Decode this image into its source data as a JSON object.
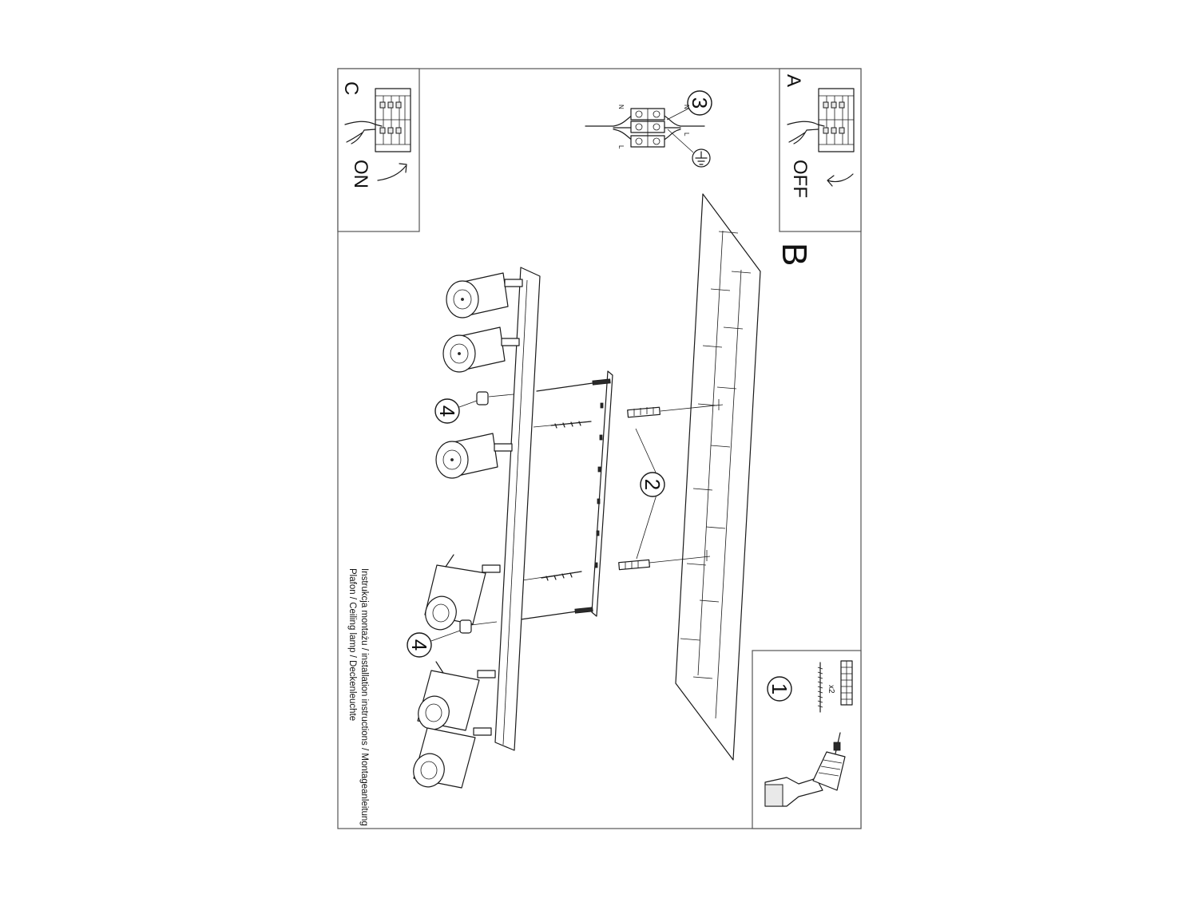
{
  "panels": {
    "a": {
      "letter": "A",
      "switch_state": "OFF"
    },
    "c": {
      "letter": "C",
      "switch_state": "ON"
    },
    "b": {
      "letter": "B"
    }
  },
  "steps": {
    "one": "1",
    "two": "2",
    "three": "3",
    "four": "4"
  },
  "hardware": {
    "quantity": "x2"
  },
  "terminal_block": {
    "conductors": [
      "N",
      "N",
      "L",
      "L"
    ]
  },
  "caption": {
    "line1": "Instrukcja montażu / installation instructions / Montageanleitung",
    "line2": "Plafon / Ceiling lamp / Deckenleuchte"
  }
}
